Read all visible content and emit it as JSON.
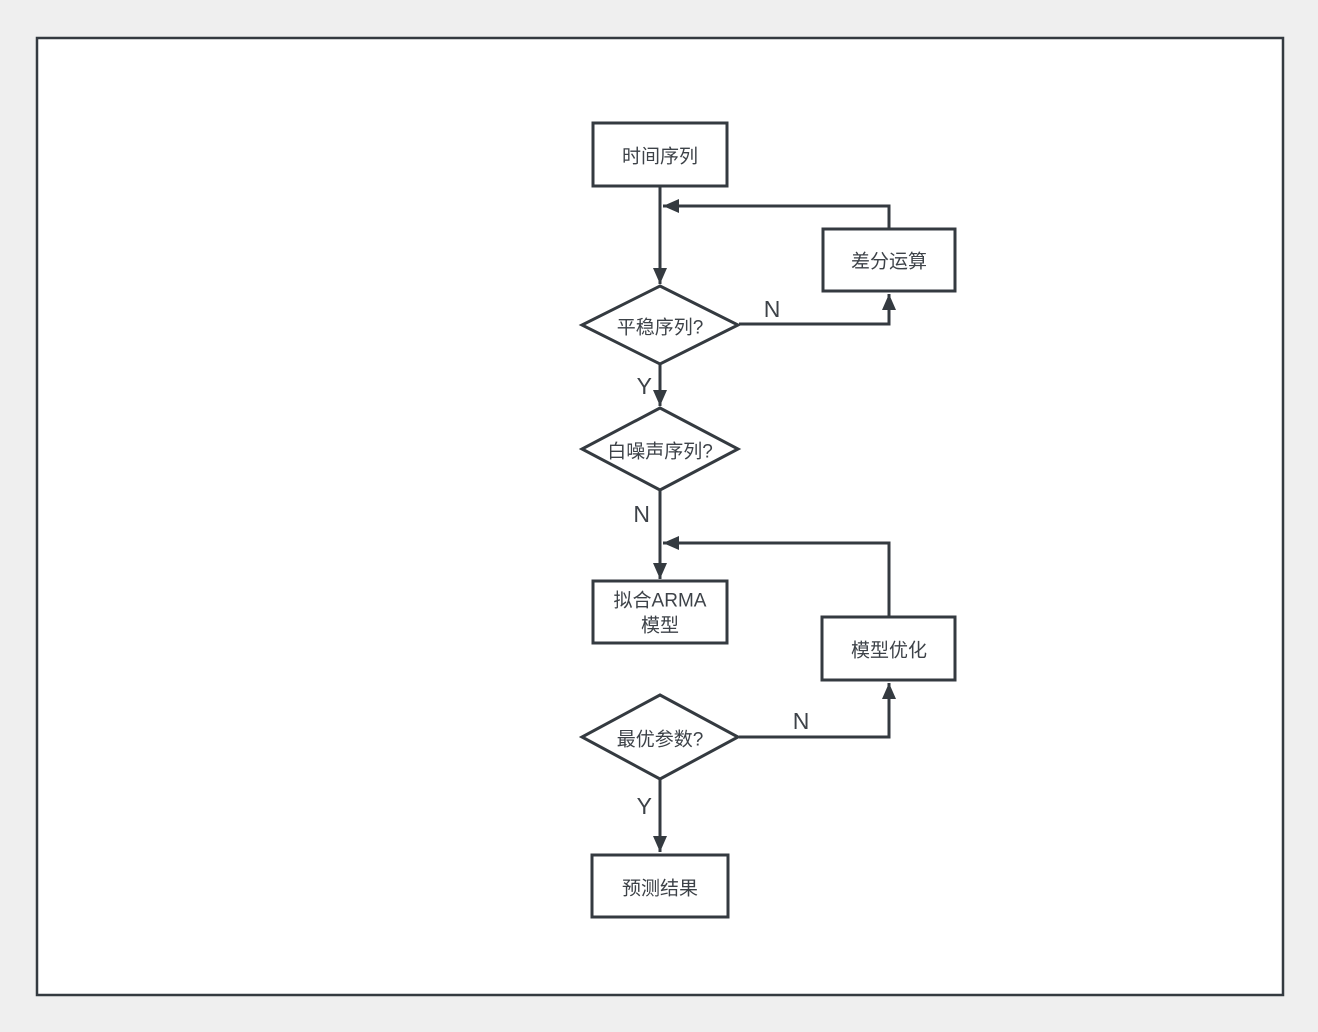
{
  "nodes": {
    "time_series": {
      "label": "时间序列"
    },
    "stationary_check": {
      "label": "平稳序列?"
    },
    "differencing": {
      "label": "差分运算"
    },
    "white_noise_check": {
      "label": "白噪声序列?"
    },
    "fit_arma": {
      "line1": "拟合ARMA",
      "line2": "模型"
    },
    "model_optimization": {
      "label": "模型优化"
    },
    "optimal_params_check": {
      "label": "最优参数?"
    },
    "forecast_result": {
      "label": "预测结果"
    }
  },
  "edge_labels": {
    "stationary_no": "N",
    "stationary_yes": "Y",
    "white_noise_no": "N",
    "optimal_no": "N",
    "optimal_yes": "Y"
  },
  "colors": {
    "stroke": "#343a40",
    "text": "#3d4248",
    "canvas_bg": "#ffffff",
    "page_bg": "#efefef"
  }
}
